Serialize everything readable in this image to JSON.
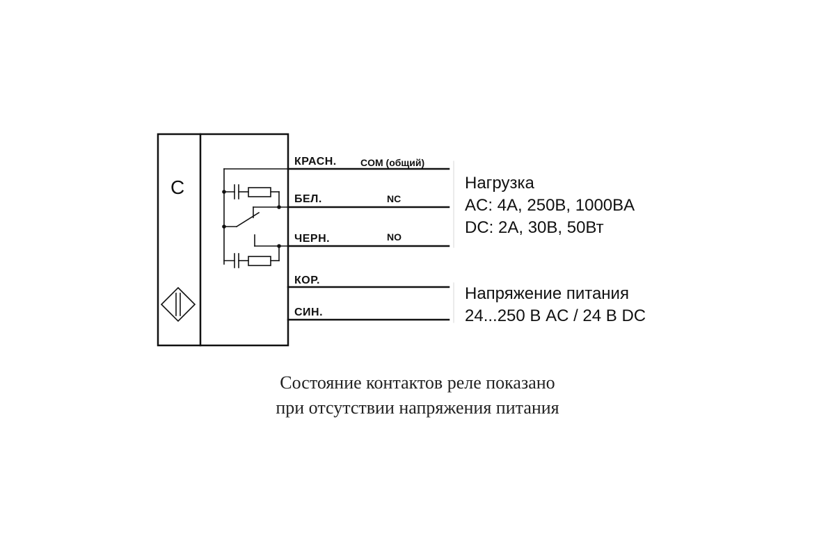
{
  "sensor": {
    "type_letter": "C"
  },
  "wires": [
    {
      "color_label": "КРАСН.",
      "contact": "COM (общий)"
    },
    {
      "color_label": "БЕЛ.",
      "contact": "NC"
    },
    {
      "color_label": "ЧЕРН.",
      "contact": "NO"
    },
    {
      "color_label": "КОР.",
      "contact": ""
    },
    {
      "color_label": "СИН.",
      "contact": ""
    }
  ],
  "load_info": {
    "title": "Нагрузка",
    "ac": "AC: 4A, 250B, 1000BA",
    "dc": "DC: 2A, 30B, 50Вт"
  },
  "supply_info": {
    "title": "Напряжение питания",
    "range": "24...250 В AC / 24 В DC"
  },
  "caption": {
    "line1": "Состояние контактов реле показано",
    "line2": "при отсутствии напряжения питания"
  },
  "colors": {
    "ink": "#111111",
    "background": "#ffffff"
  }
}
